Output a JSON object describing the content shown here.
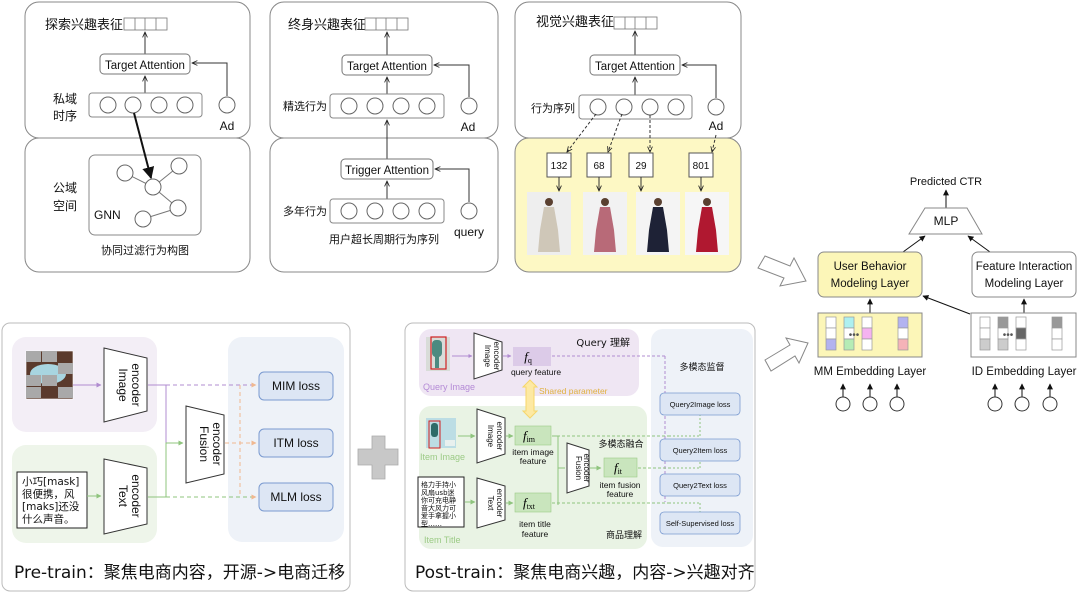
{
  "panels": {
    "exploration": {
      "title": "探索兴趣表征",
      "attention": "Target Attention",
      "seq_label_line1": "私域",
      "seq_label_line2": "时序",
      "ad": "Ad",
      "space_line1": "公域",
      "space_line2": "空间",
      "gnn": "GNN",
      "caption": "协同过滤行为构图"
    },
    "lifelong": {
      "title": "终身兴趣表征",
      "attention": "Target Attention",
      "selected_label": "精选行为",
      "ad": "Ad",
      "trigger": "Trigger Attention",
      "years_label": "多年行为",
      "query": "query",
      "caption": "用户超长周期行为序列"
    },
    "visual": {
      "title": "视觉兴趣表征",
      "attention": "Target Attention",
      "seq_label": "行为序列",
      "ad": "Ad",
      "ids": [
        "132",
        "68",
        "29",
        "801"
      ],
      "image_colors": [
        "#cfc7b8",
        "#b86a78",
        "#1e2236",
        "#b01830"
      ],
      "image_bg": [
        "#eeeeee",
        "#f2f2f2",
        "#f4f4f4",
        "#f6f6f6"
      ]
    },
    "ctr": {
      "output": "Predicted CTR",
      "mlp": "MLP",
      "ubm_line1": "User Behavior",
      "ubm_line2": "Modeling Layer",
      "fim_line1": "Feature Interaction",
      "fim_line2": "Modeling Layer",
      "mm_embedding": "MM Embedding Layer",
      "id_embedding": "ID Embedding Layer",
      "mm_cells": [
        [
          "#ffffff",
          "#ffffff",
          "#b3b3f0"
        ],
        [
          "#aef0f0",
          "#ffffff",
          "#b5ecb5"
        ],
        [
          "#ffffff",
          "#f5b3f0",
          "#ffffff"
        ],
        [
          "#b3b3f0",
          "#ffffff",
          "#f5b3b8"
        ]
      ],
      "id_cells": [
        [
          "#ffffff",
          "#ffffff",
          "#cccccc"
        ],
        [
          "#999999",
          "#ffffff",
          "#cccccc"
        ],
        [
          "#ffffff",
          "#666666",
          "#ffffff"
        ],
        [
          "#999999",
          "#ffffff",
          "#ffffff"
        ]
      ],
      "ellipsis": "•••"
    },
    "pretrain": {
      "image_encoder_line1": "Image",
      "image_encoder_line2": "encoder",
      "text_encoder_line1": "Text",
      "text_encoder_line2": "encoder",
      "fusion_encoder_line1": "Fusion",
      "fusion_encoder_line2": "encoder",
      "text_lines": [
        "小巧[mask]",
        "很便携，风",
        "[maks]还没",
        "什么声音。"
      ],
      "losses": [
        "MIM loss",
        "ITM loss",
        "MLM loss"
      ],
      "caption": "Pre-train：聚焦电商内容，开源->电商迁移"
    },
    "posttrain": {
      "query_section": "Query 理解",
      "query_image": "Query Image",
      "image_encoder_line1": "Image",
      "image_encoder_line2": "encoder",
      "fq": "f",
      "fq_sub": "q",
      "query_feature": "query feature",
      "shared_parameter": "Shared parameter",
      "item_image": "Item Image",
      "fim": "f",
      "fim_sub": "im",
      "item_image_feature_line1": "item image",
      "item_image_feature_line2": "feature",
      "fusion_section": "多模态融合",
      "fusion_encoder_line1": "Fusion",
      "fusion_encoder_line2": "encoder",
      "fit": "f",
      "fit_sub": "it",
      "item_fusion_feature_line1": "item fusion",
      "item_fusion_feature_line2": "feature",
      "text_encoder_line1": "Text",
      "text_encoder_line2": "encoder",
      "ftxt": "f",
      "ftxt_sub": "txt",
      "item_title_feature_line1": "item title",
      "item_title_feature_line2": "feature",
      "item_title": "Item Title",
      "item_section": "商品理解",
      "title_lines": [
        "格力手持小",
        "风扇usb迷",
        "你可充电静",
        "音大风力可",
        "爱手拿握小",
        "型……"
      ],
      "supervision_title": "多模态监督",
      "losses": [
        "Query2Image loss",
        "Query2Item loss",
        "Query2Text loss",
        "Self-Supervised loss"
      ],
      "caption": "Post-train：聚焦电商兴趣，内容->兴趣对齐"
    }
  },
  "colors": {
    "panel_border": "#888888",
    "visual_bg": "#fdf8c4",
    "ubm_bg": "#fcf6b8",
    "pre_image_bg": "#f3eef6",
    "pre_text_bg": "#eef5ea",
    "loss_area_bg": "#eef2f8",
    "loss_box_bg": "#dde6f4",
    "loss_box_border": "#7a9ad0",
    "purple_line": "#b08cd0",
    "green_line": "#8fc47e",
    "orange_line": "#f0b890",
    "query_bg": "#efe6f3",
    "item_bg": "#e9f3e4",
    "feature_green": "#c9e5bd",
    "feature_purple": "#dccbe8",
    "shared_yellow": "#f7d66a",
    "label_purple": "#b48ad6",
    "label_green": "#9ccb86",
    "label_blue": "#3a77c8",
    "plus_gray": "#c8c8c8"
  }
}
